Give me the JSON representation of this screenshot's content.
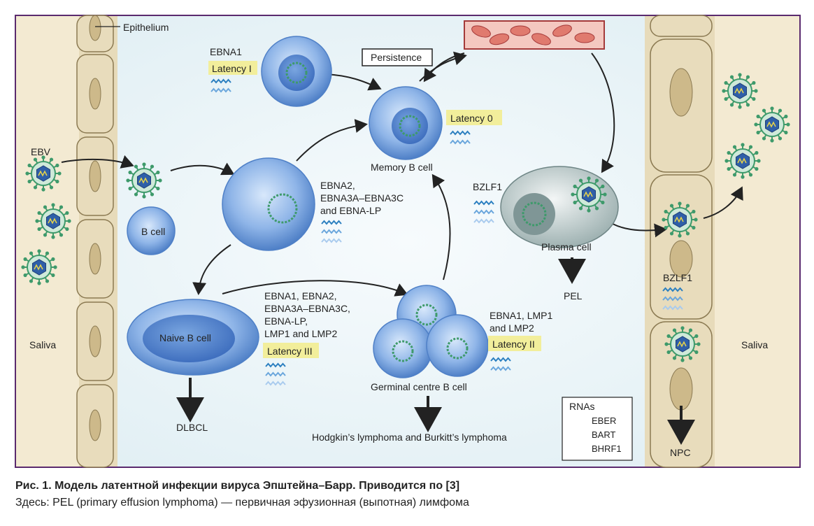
{
  "diagram": {
    "epithelium_label": "Epithelium",
    "saliva_left": "Saliva",
    "saliva_right": "Saliva",
    "ebv_label": "EBV",
    "b_cell": "B cell",
    "persistence": "Persistence",
    "latency1": {
      "genes": "EBNA1",
      "badge": "Latency I"
    },
    "latency0": {
      "badge": "Latency 0",
      "cell": "Memory B cell"
    },
    "activated": {
      "line1": "EBNA2,",
      "line2": "EBNA3A–EBNA3C",
      "line3": "and EBNA-LP"
    },
    "naive_b_cell": "Naive B cell",
    "latency3": {
      "line1": "EBNA1, EBNA2,",
      "line2": "EBNA3A–EBNA3C,",
      "line3": "EBNA-LP,",
      "line4": "LMP1 and LMP2",
      "badge": "Latency III"
    },
    "germinal": {
      "cell": "Germinal centre B cell",
      "line1": "EBNA1, LMP1",
      "line2": "and LMP2",
      "badge": "Latency II"
    },
    "plasma": {
      "bzlf1": "BZLF1",
      "cell": "Plasma cell",
      "pel": "PEL"
    },
    "epi_bzlf1": "BZLF1",
    "dlbcl": "DLBCL",
    "hodgkin": "Hodgkin’s lymphoma and Burkitt’s lymphoma",
    "npc": "NPC",
    "legend": {
      "title": "RNAs",
      "items": [
        "EBER",
        "BART",
        "BHRF1"
      ]
    },
    "colors": {
      "ebv_green": "#3e9a6b",
      "latency_badge": "#f2ee9b",
      "cell_blue": "#5b8fd3",
      "eber": "#2b7fc0",
      "bart": "#6aa6dc",
      "bhrf1": "#a9cbee",
      "frame": "#5a2a6e"
    }
  },
  "caption": {
    "title": "Рис. 1. Модель латентной инфекции вируса Эпштейна–Барр. Приводится по [3]",
    "note": "Здесь: PEL (primary effusion lymphoma) — первичная эфузионная (выпотная) лимфома"
  }
}
